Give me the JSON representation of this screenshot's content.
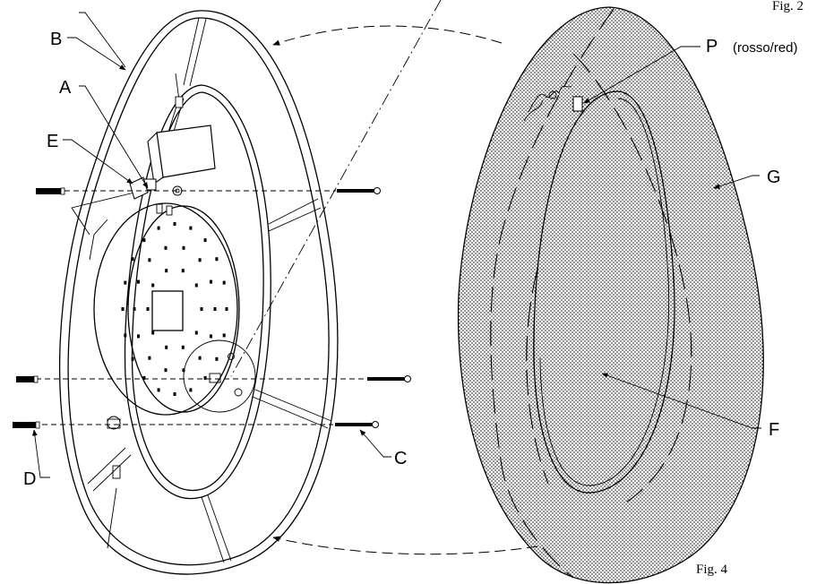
{
  "figure": {
    "fig_top": "Fig. 2",
    "fig_bottom": "Fig. 4"
  },
  "labels": {
    "A": "A",
    "B": "B",
    "C": "C",
    "D": "D",
    "E": "E",
    "F": "F",
    "G": "G",
    "P": "P",
    "P_note": "(rosso/red)"
  },
  "colors": {
    "line": "#000000",
    "background": "#ffffff",
    "dot_pattern": "#000000"
  }
}
